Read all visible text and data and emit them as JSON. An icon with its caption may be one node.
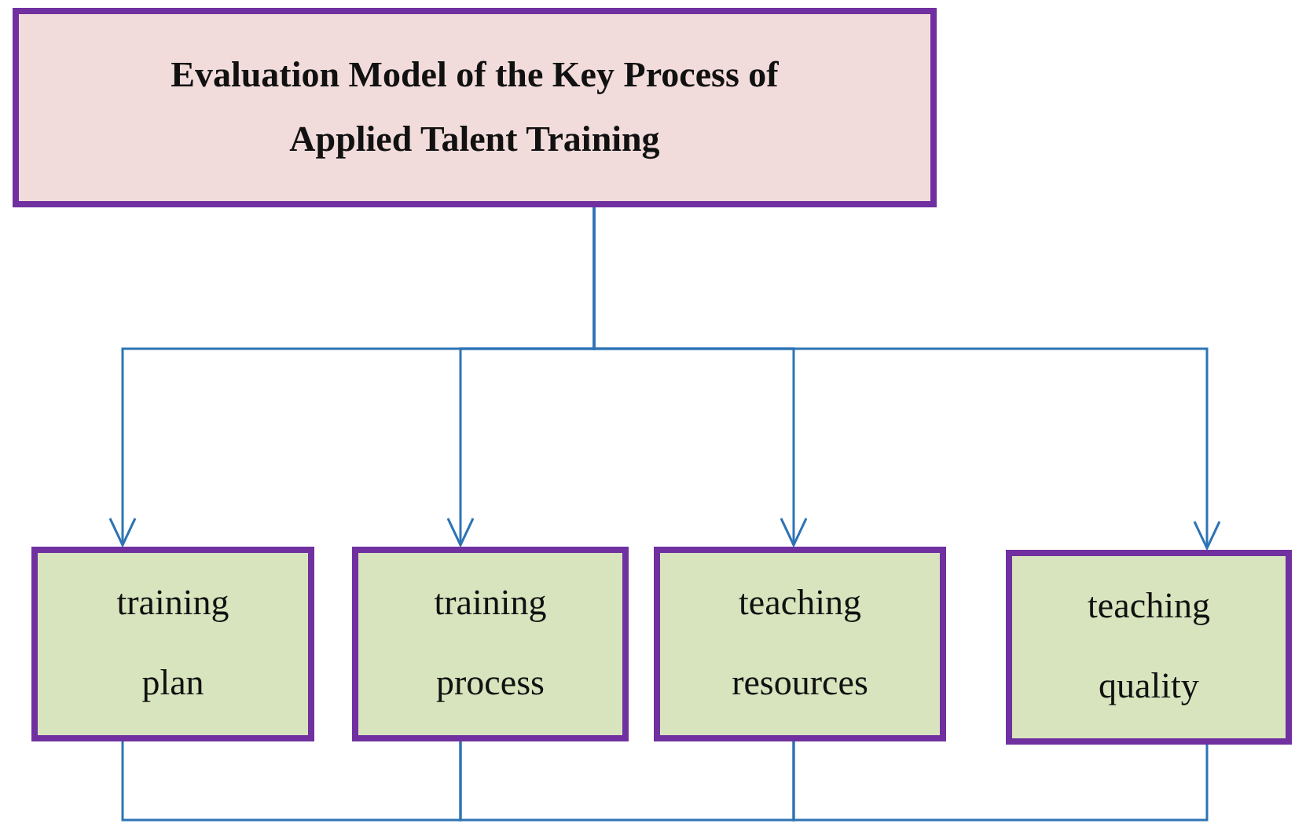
{
  "diagram": {
    "nodes": [
      {
        "text": [
          "Evaluation Model of the Key Process of Applied Talent Training"
        ]
      },
      {
        "text": [
          "training plan"
        ]
      },
      {
        "text": [
          "training process"
        ]
      },
      {
        "text": [
          "teaching resources"
        ]
      },
      {
        "text": [
          "teaching quality"
        ]
      }
    ],
    "edges": [
      {
        "from": 0,
        "to": 1,
        "arrow": "to"
      },
      {
        "from": 0,
        "to": 2,
        "arrow": "to"
      },
      {
        "from": 0,
        "to": 3,
        "arrow": "to"
      },
      {
        "from": 0,
        "to": 4,
        "arrow": "to"
      },
      {
        "from": 1,
        "to": 2,
        "arrow": "none"
      },
      {
        "from": 2,
        "to": 3,
        "arrow": "none"
      },
      {
        "from": 3,
        "to": 4,
        "arrow": "none"
      }
    ]
  }
}
